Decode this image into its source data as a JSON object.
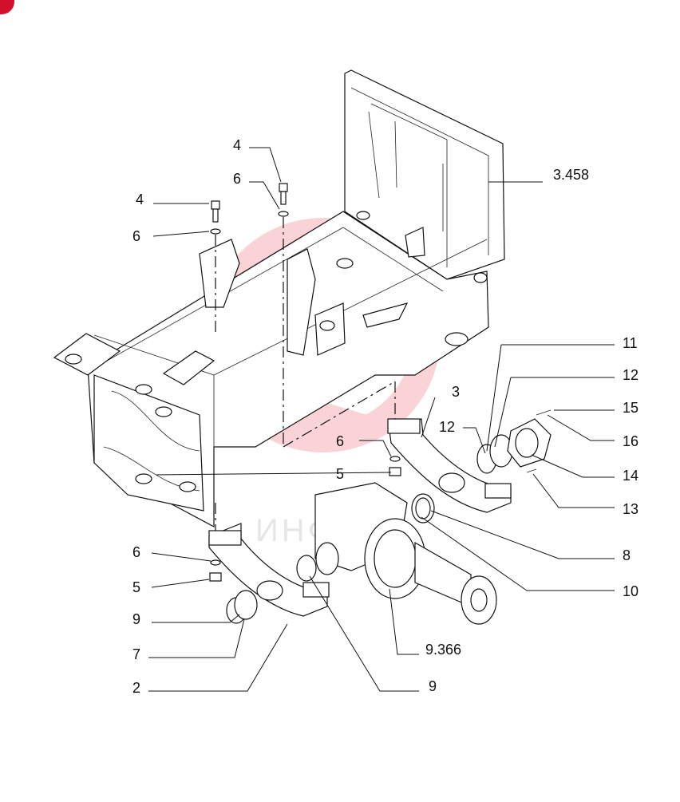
{
  "diagram": {
    "watermark_text": "ИНФЕ",
    "watermark_color": "#f4a0a8",
    "corner_marker_color": "#d0102c",
    "callouts": [
      {
        "id": "c-3458",
        "label": "3.458"
      },
      {
        "id": "c-4a",
        "label": "4"
      },
      {
        "id": "c-6a",
        "label": "6"
      },
      {
        "id": "c-4b",
        "label": "4"
      },
      {
        "id": "c-6b",
        "label": "6"
      },
      {
        "id": "c-11",
        "label": "11"
      },
      {
        "id": "c-12a",
        "label": "12"
      },
      {
        "id": "c-3",
        "label": "3"
      },
      {
        "id": "c-12b",
        "label": "12"
      },
      {
        "id": "c-15",
        "label": "15"
      },
      {
        "id": "c-16",
        "label": "16"
      },
      {
        "id": "c-6c",
        "label": "6"
      },
      {
        "id": "c-5a",
        "label": "5"
      },
      {
        "id": "c-14",
        "label": "14"
      },
      {
        "id": "c-13",
        "label": "13"
      },
      {
        "id": "c-8",
        "label": "8"
      },
      {
        "id": "c-6d",
        "label": "6"
      },
      {
        "id": "c-10",
        "label": "10"
      },
      {
        "id": "c-5b",
        "label": "5"
      },
      {
        "id": "c-9a",
        "label": "9"
      },
      {
        "id": "c-7",
        "label": "7"
      },
      {
        "id": "c-9366",
        "label": "9.366"
      },
      {
        "id": "c-2",
        "label": "2"
      },
      {
        "id": "c-9b",
        "label": "9"
      }
    ]
  }
}
